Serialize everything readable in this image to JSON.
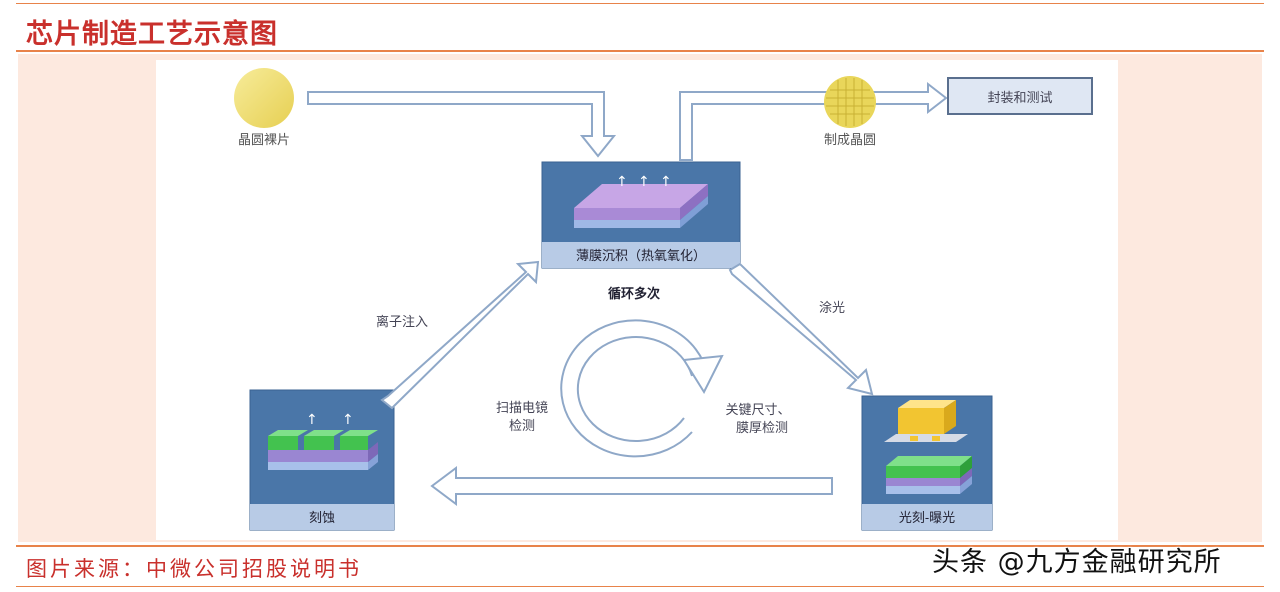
{
  "header": {
    "title": "芯片制造工艺示意图"
  },
  "diagram": {
    "nodes": {
      "wafer_bare": "晶圆裸片",
      "wafer_done": "制成晶圆",
      "test_box": "封装和测试",
      "deposition": "薄膜沉积（热氧氧化）",
      "litho": "光刻-曝光",
      "etch": "刻蚀"
    },
    "edges": {
      "ion": "离子注入",
      "coat": "涂光",
      "loop": "循环多次",
      "left_note_line1": "扫描电镜",
      "left_note_line2": "检测",
      "right_note_line1": "关键尺寸、",
      "right_note_line2": "膜厚检测"
    },
    "colors": {
      "box_blue": "#4a76a8",
      "caption_blue": "#b8cbe6",
      "arrow_stroke": "#8fa8c8",
      "wafer_yellow": "#f3e07a",
      "accent_red": "#c9302c"
    }
  },
  "footer": {
    "source": "图片来源：中微公司招股说明书",
    "watermark": "头条 @九方金融研究所"
  }
}
